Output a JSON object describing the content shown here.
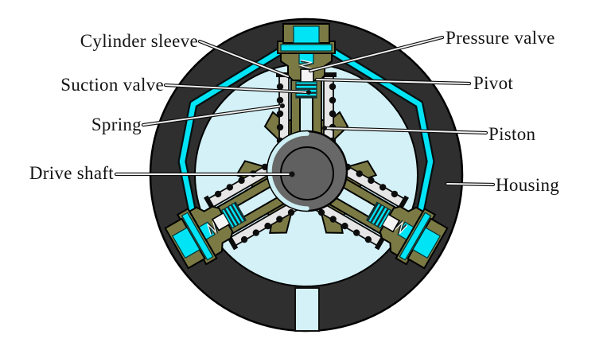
{
  "diagram": {
    "labels": [
      {
        "id": "cylinder-sleeve",
        "text": "Cylinder sleeve"
      },
      {
        "id": "suction-valve",
        "text": "Suction valve"
      },
      {
        "id": "spring",
        "text": "Spring"
      },
      {
        "id": "drive-shaft",
        "text": "Drive shaft"
      },
      {
        "id": "pressure-valve",
        "text": "Pressure valve"
      },
      {
        "id": "pivot",
        "text": "Pivot"
      },
      {
        "id": "piston",
        "text": "Piston"
      },
      {
        "id": "housing",
        "text": "Housing"
      }
    ],
    "palette": {
      "housing": "#2f2f2f",
      "cavity": "#d3f1f6",
      "fluid": "#00e4f6",
      "olive": "#7b7a45",
      "sleeve": "#e6e6e6",
      "cam": "#686868",
      "shaft": "#606060",
      "crescent": "#cdeef2"
    }
  }
}
